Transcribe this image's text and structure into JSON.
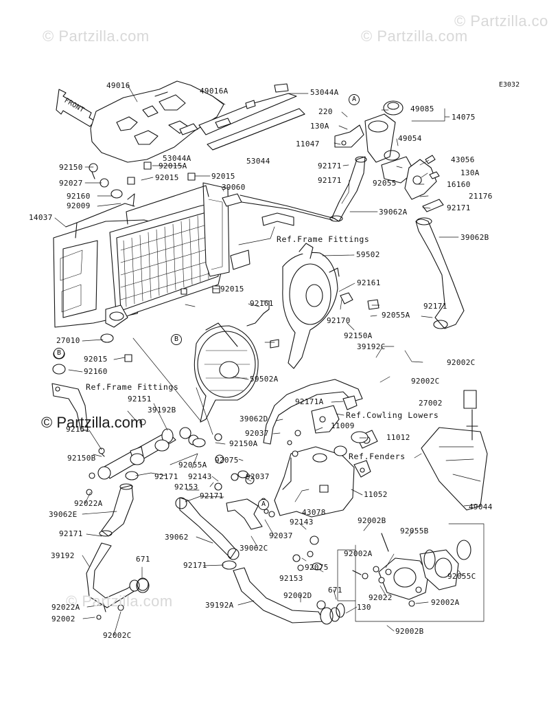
{
  "watermark": "© Partzilla.com",
  "diagram_code": "E3032",
  "front_label": "FRONT",
  "markers": {
    "a": "A",
    "b": "B"
  },
  "refs": {
    "frame_fittings": "Ref.Frame Fittings",
    "cowling_lowers": "Ref.Cowling Lowers",
    "fenders": "Ref.Fenders"
  },
  "parts": {
    "p49016": "49016",
    "p49016a": "49016A",
    "p53044a_top": "53044A",
    "p53044a_b": "53044A",
    "p53044": "53044",
    "p220": "220",
    "p130a_top": "130A",
    "p11047": "11047",
    "p49085": "49085",
    "p14075": "14075",
    "p49054": "49054",
    "p43056": "43056",
    "p130a_r": "130A",
    "p16160": "16160",
    "p21176": "21176",
    "p92171_r": "92171",
    "p92171_a": "92171",
    "p92055": "92055",
    "p92171_b": "92171",
    "p39062a": "39062A",
    "p39062b": "39062B",
    "p92150": "92150",
    "p92015a": "92015A",
    "p92027": "92027",
    "p92015_1": "92015",
    "p92015_2": "92015",
    "p39060": "39060",
    "p92160_top": "92160",
    "p92009": "92009",
    "p14037": "14037",
    "p59502": "59502",
    "p92161_a": "92161",
    "p92015_3": "92015",
    "p92170": "92170",
    "p92055a_r": "92055A",
    "p92171_c": "92171",
    "p92150a_r": "92150A",
    "p92161_b": "92161",
    "p39192c": "39192C",
    "p92002c_r1": "92002C",
    "p27010": "27010",
    "p92015_4": "92015",
    "p92160_b": "92160",
    "p59502a": "59502A",
    "p92002c_r2": "92002C",
    "p92171a": "92171A",
    "p27002": "27002",
    "p92151_a": "92151",
    "p39192b": "39192B",
    "p39062d": "39062D",
    "p92037_a": "92037",
    "p11009": "11009",
    "p11012": "11012",
    "p92151_b": "92151",
    "p92150a_m": "92150A",
    "p92150b": "92150B",
    "p92055a_m": "92055A",
    "p92075_a": "92075",
    "p92143_a": "92143",
    "p92037_b": "92037",
    "p92171_d": "92171",
    "p92153_a": "92153",
    "p92171_e": "92171",
    "p92022a_a": "92022A",
    "p43078": "43078",
    "p11052": "11052",
    "p49044": "49044",
    "p39062e": "39062E",
    "p92143_b": "92143",
    "p92171_f": "92171",
    "p39062": "39062",
    "p92037_c": "92037",
    "p39062c": "39062C",
    "p92002b_a": "92002B",
    "p92055b": "92055B",
    "p39192": "39192",
    "p671_a": "671",
    "p92002a_a": "92002A",
    "p92171_g": "92171",
    "p92153_b": "92153",
    "p92075_b": "92075",
    "p92022": "92022",
    "p92055c": "92055C",
    "p92002d": "92002D",
    "p671_b": "671",
    "p92022a_b": "92022A",
    "p92002": "92002",
    "p39192a": "39192A",
    "p130": "130",
    "p92002a_b": "92002A",
    "p92002c_b": "92002C",
    "p92002b_b": "92002B"
  }
}
